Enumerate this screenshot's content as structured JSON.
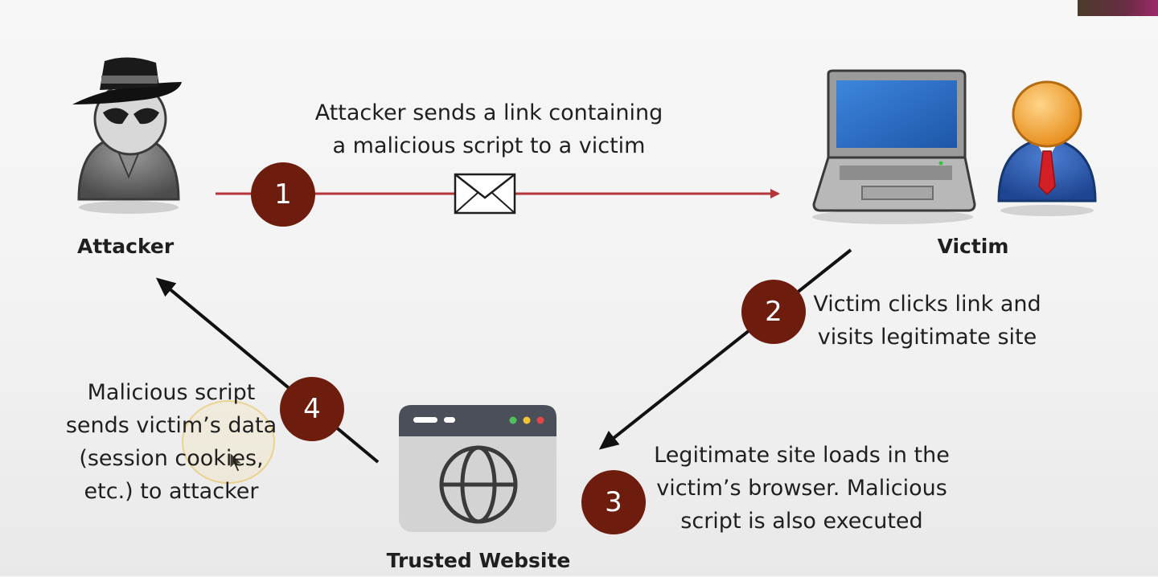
{
  "nodes": {
    "attacker": "Attacker",
    "victim": "Victim",
    "website": "Trusted Website"
  },
  "steps": [
    {
      "number": "1",
      "lines": [
        "Attacker sends a link containing",
        "a malicious script to a victim"
      ]
    },
    {
      "number": "2",
      "lines": [
        "Victim clicks link and",
        "visits legitimate site"
      ]
    },
    {
      "number": "3",
      "lines": [
        "Legitimate site loads in the",
        "victim’s browser. Malicious",
        "script is also executed"
      ]
    },
    {
      "number": "4",
      "lines": [
        "Malicious script",
        "sends victim’s data",
        "(session cookies,",
        "etc.) to attacker"
      ]
    }
  ],
  "colors": {
    "step_circle": "#6e1c0e",
    "link_arrow": "#b5353a",
    "arrow": "#111111",
    "laptop_screen": "#2f73c9",
    "victim_head": "#f2a13b",
    "victim_suit": "#2956a8",
    "tie": "#d21f26",
    "attacker_body": "#6b6b6b",
    "browser_bar": "#4a4f59"
  },
  "icons": [
    "spy-icon",
    "envelope-icon",
    "laptop-icon",
    "user-icon",
    "browser-icon",
    "globe-icon",
    "cursor-icon"
  ]
}
